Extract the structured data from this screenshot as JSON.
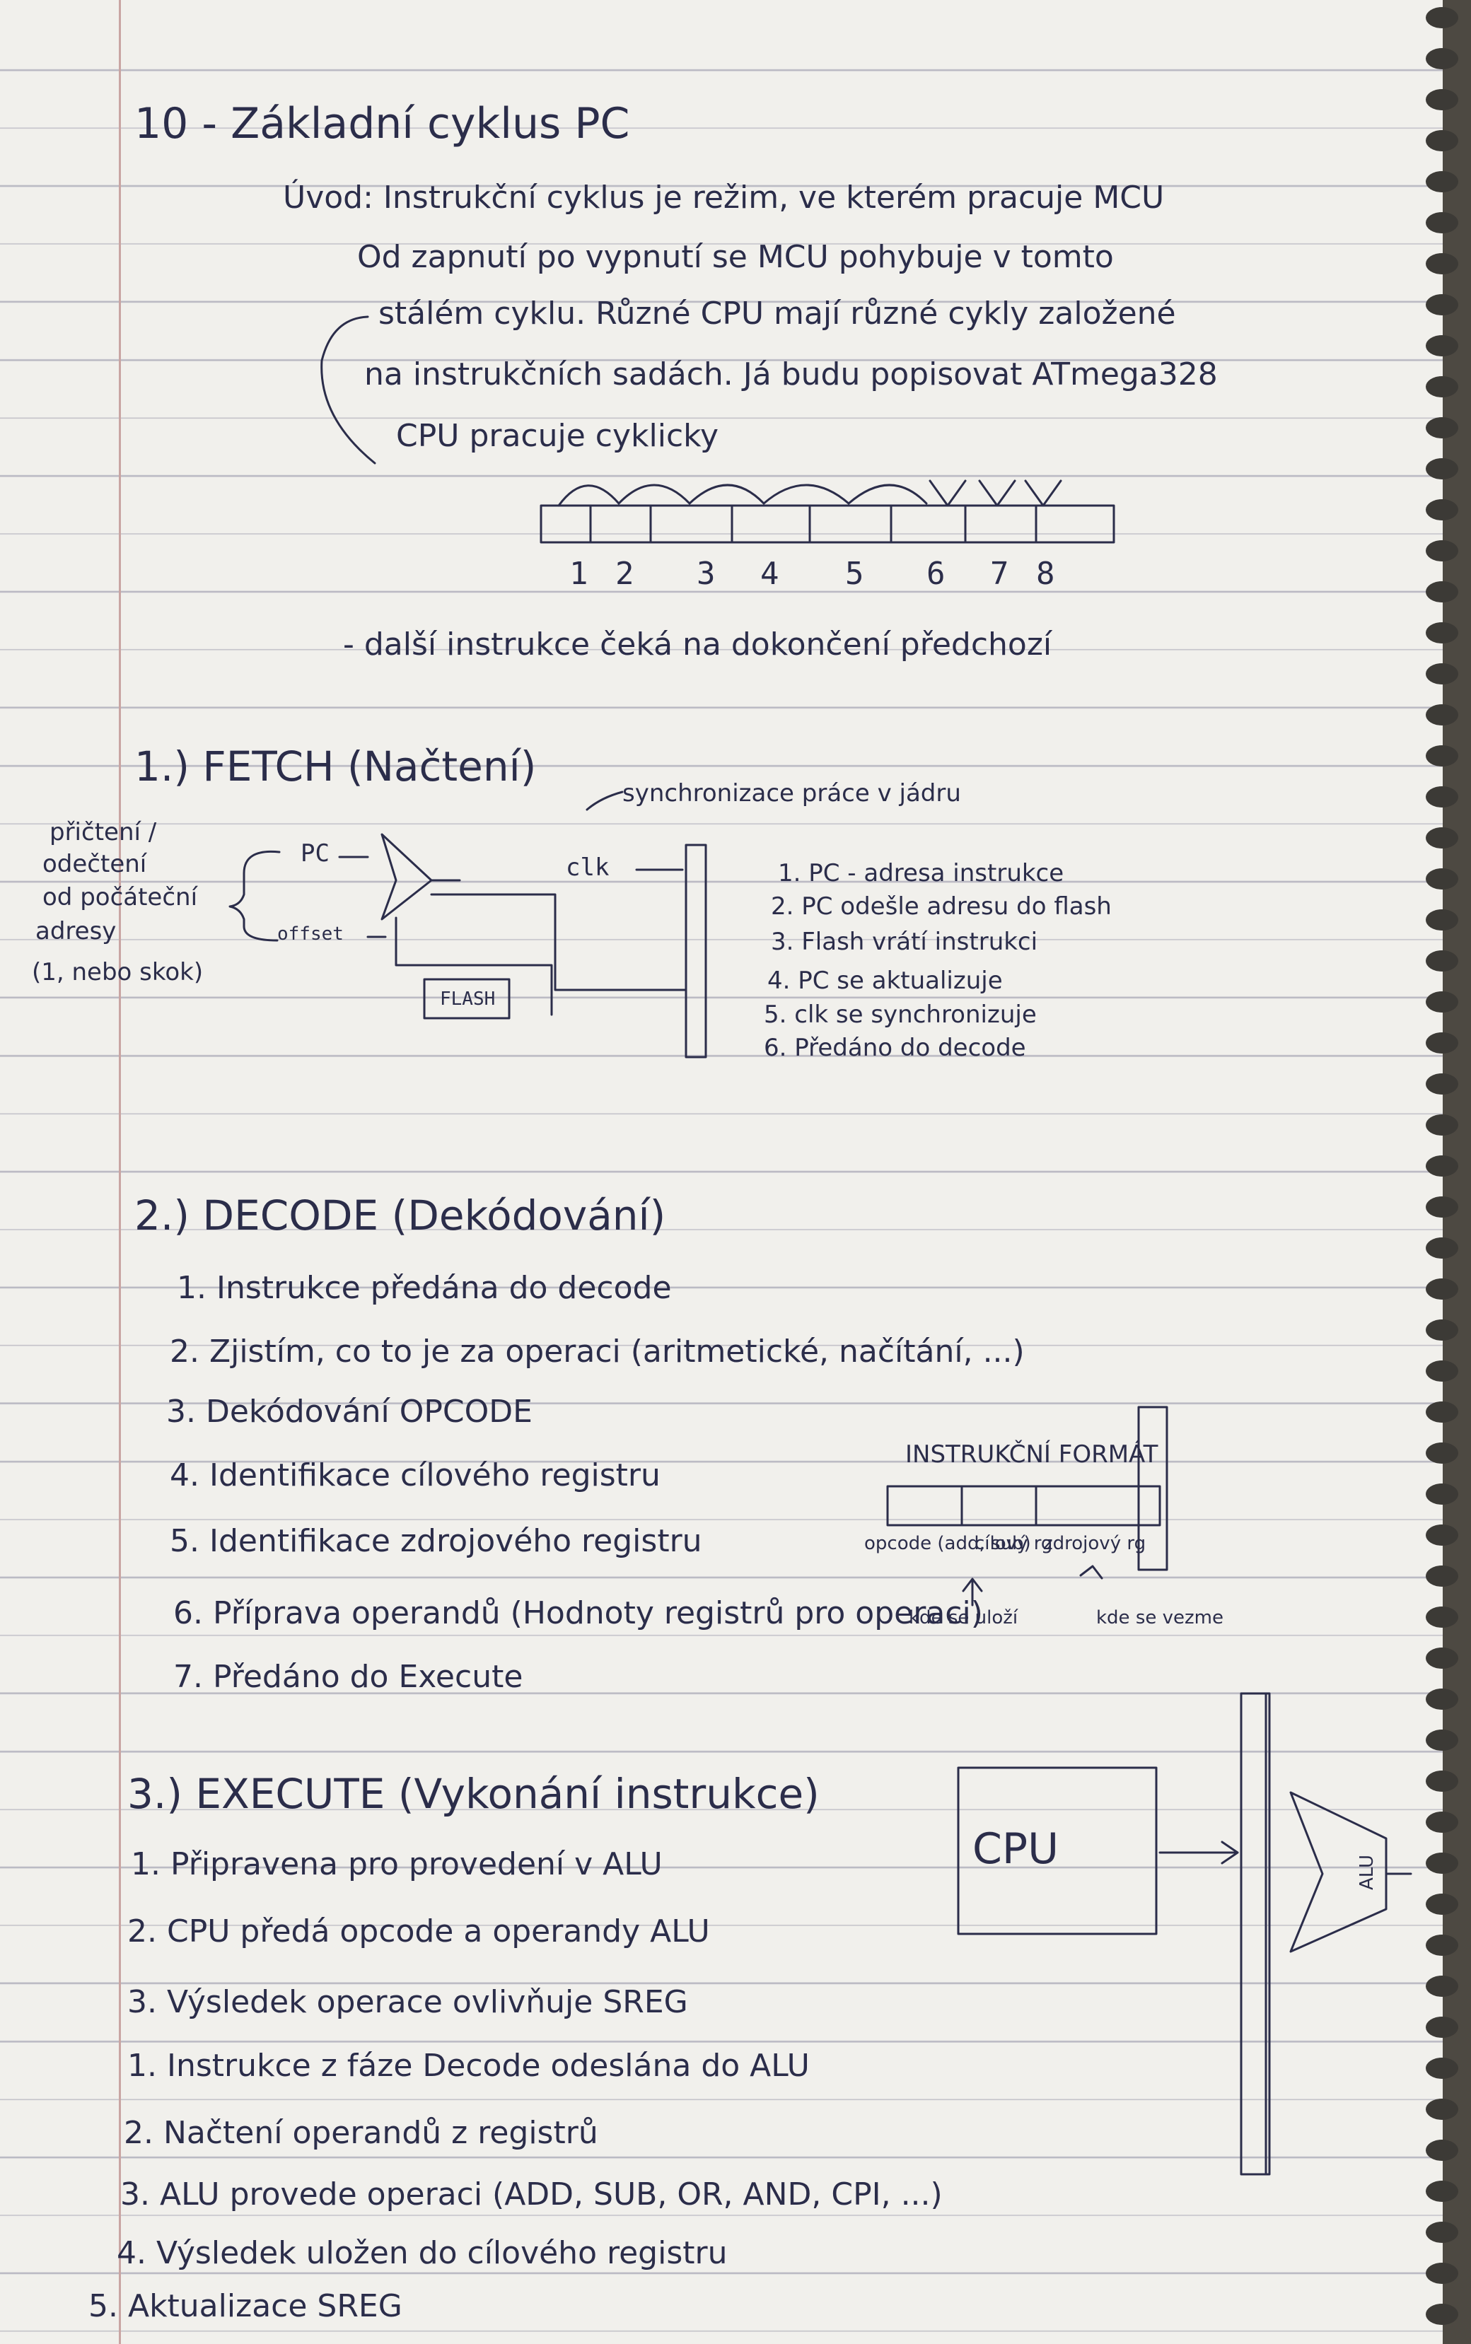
{
  "title": "10 - Základní cyklus PC",
  "intro": {
    "lines": [
      "Úvod: Instrukční cyklus je režim, ve kterém pracuje MCU",
      "Od zapnutí po vypnutí se MCU pohybuje v tomto",
      "stálém cyklu. Různé CPU mají různé cykly založené",
      "na instrukčních sadách. Já budu popisovat ATmega328",
      "CPU pracuje cyklicky"
    ],
    "pipeline_numbers": [
      "1",
      "2",
      "3",
      "4",
      "5",
      "6",
      "7",
      "8"
    ],
    "note": "- další instrukce čeká na dokončení předchozí"
  },
  "fetch": {
    "heading": "1.) FETCH (Načtení)",
    "side_note": [
      "přičtení /",
      "odečtení",
      "od počáteční",
      "adresy",
      "(1, nebo skok)"
    ],
    "pc_label": "PC",
    "offset_label": "offset",
    "clk_label": "clk",
    "sync_note": "synchronizace práce v jádru",
    "flash_label": "FLASH",
    "steps": [
      "1. PC - adresa instrukce",
      "2. PC odešle adresu do flash",
      "3. Flash vrátí instrukci",
      "4. PC se aktualizuje",
      "5. clk se synchronizuje",
      "6. Předáno do decode"
    ]
  },
  "decode": {
    "heading": "2.) DECODE (Dekódování)",
    "steps": [
      "1. Instrukce předána do decode",
      "2. Zjistím, co to je za operaci (aritmetické, načítání, ...)",
      "3. Dekódování OPCODE",
      "4. Identifikace cílového registru",
      "5. Identifikace zdrojového registru",
      "6. Příprava operandů (Hodnoty registrů pro operaci)",
      "7. Předáno do Execute"
    ],
    "format_title": "INSTRUKČNÍ FORMÁT",
    "format_fields": [
      "opcode (add, sub)",
      "cílový rg",
      "zdrojový rg"
    ],
    "format_notes": [
      "kde se uloží",
      "kde se vezme"
    ]
  },
  "execute": {
    "heading": "3.) EXECUTE (Vykonání instrukce)",
    "steps": [
      "1. Připravena pro provedení v ALU",
      "2. CPU předá opcode a operandy ALU",
      "3. Výsledek operace ovlivňuje SREG",
      "1. Instrukce z fáze Decode odeslána do ALU",
      "2. Načtení operandů z registrů",
      "3. ALU provede operaci (ADD, SUB, OR, AND, CPI, ...)",
      "4. Výsledek uložen do cílového registru",
      "5. Aktualizace SREG"
    ],
    "cpu_label": "CPU",
    "alu_label": "ALU"
  }
}
